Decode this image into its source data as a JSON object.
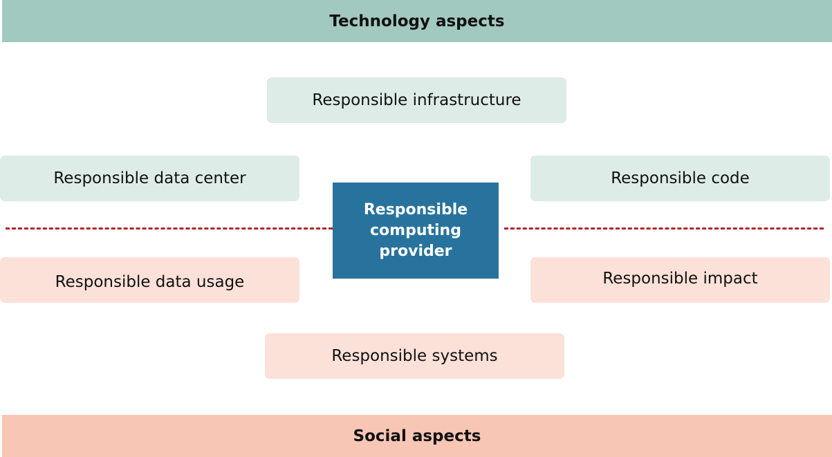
{
  "header": {
    "title": "Technology aspects"
  },
  "footer": {
    "title": "Social aspects"
  },
  "center": {
    "label": "Responsible\ncomputing\nprovider"
  },
  "technology_items": {
    "infrastructure": "Responsible infrastructure",
    "data_center": "Responsible data center",
    "code": "Responsible code"
  },
  "social_items": {
    "data_usage": "Responsible data usage",
    "impact": "Responsible impact",
    "systems": "Responsible systems"
  },
  "colors": {
    "technology_band": "#a2c9bf",
    "technology_box": "#ddece7",
    "social_band": "#f8c6b4",
    "social_box": "#fce1d9",
    "center_box": "#27739e",
    "divider": "#b3262b"
  }
}
